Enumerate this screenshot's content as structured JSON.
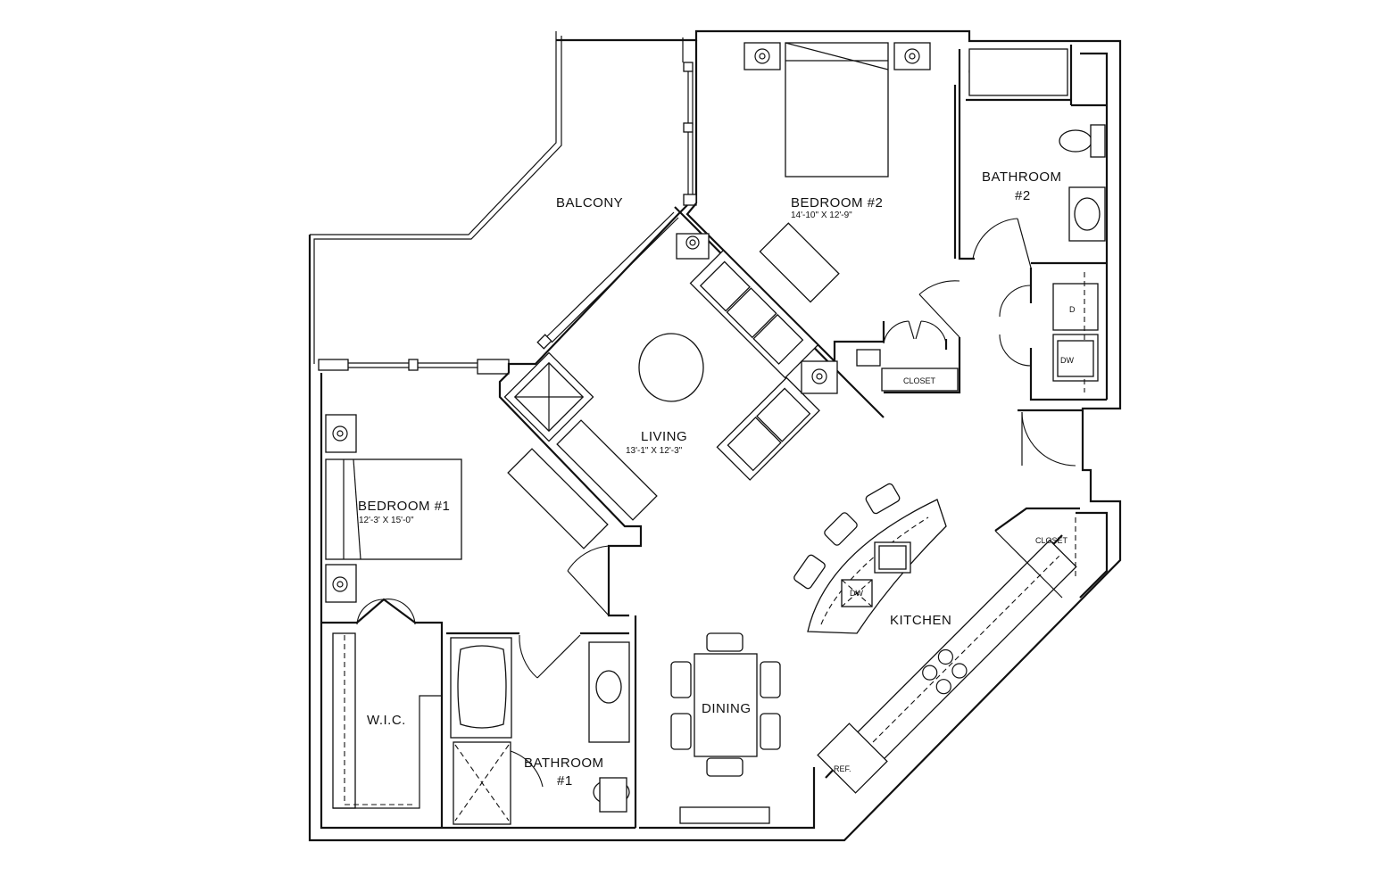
{
  "plan": {
    "rooms": {
      "balcony": "BALCONY",
      "bedroom2": "BEDROOM #2",
      "bedroom2_dim": "14'-10\" X 12'-9\"",
      "bathroom2_l1": "BATHROOM",
      "bathroom2_l2": "#2",
      "living": "LIVING",
      "living_dim": "13'-1\" X 12'-3\"",
      "bedroom1": "BEDROOM #1",
      "bedroom1_dim": "12'-3' X 15'-0\"",
      "closet_bed2": "CLOSET",
      "closet_kitchen": "CLOSET",
      "kitchen": "KITCHEN",
      "dining": "DINING",
      "wic": "W.I.C.",
      "bathroom1_l1": "BATHROOM",
      "bathroom1_l2": "#1"
    },
    "appliances": {
      "dryer": "D",
      "washer": "DW",
      "dishwasher": "DW",
      "refrigerator": "REF."
    }
  }
}
